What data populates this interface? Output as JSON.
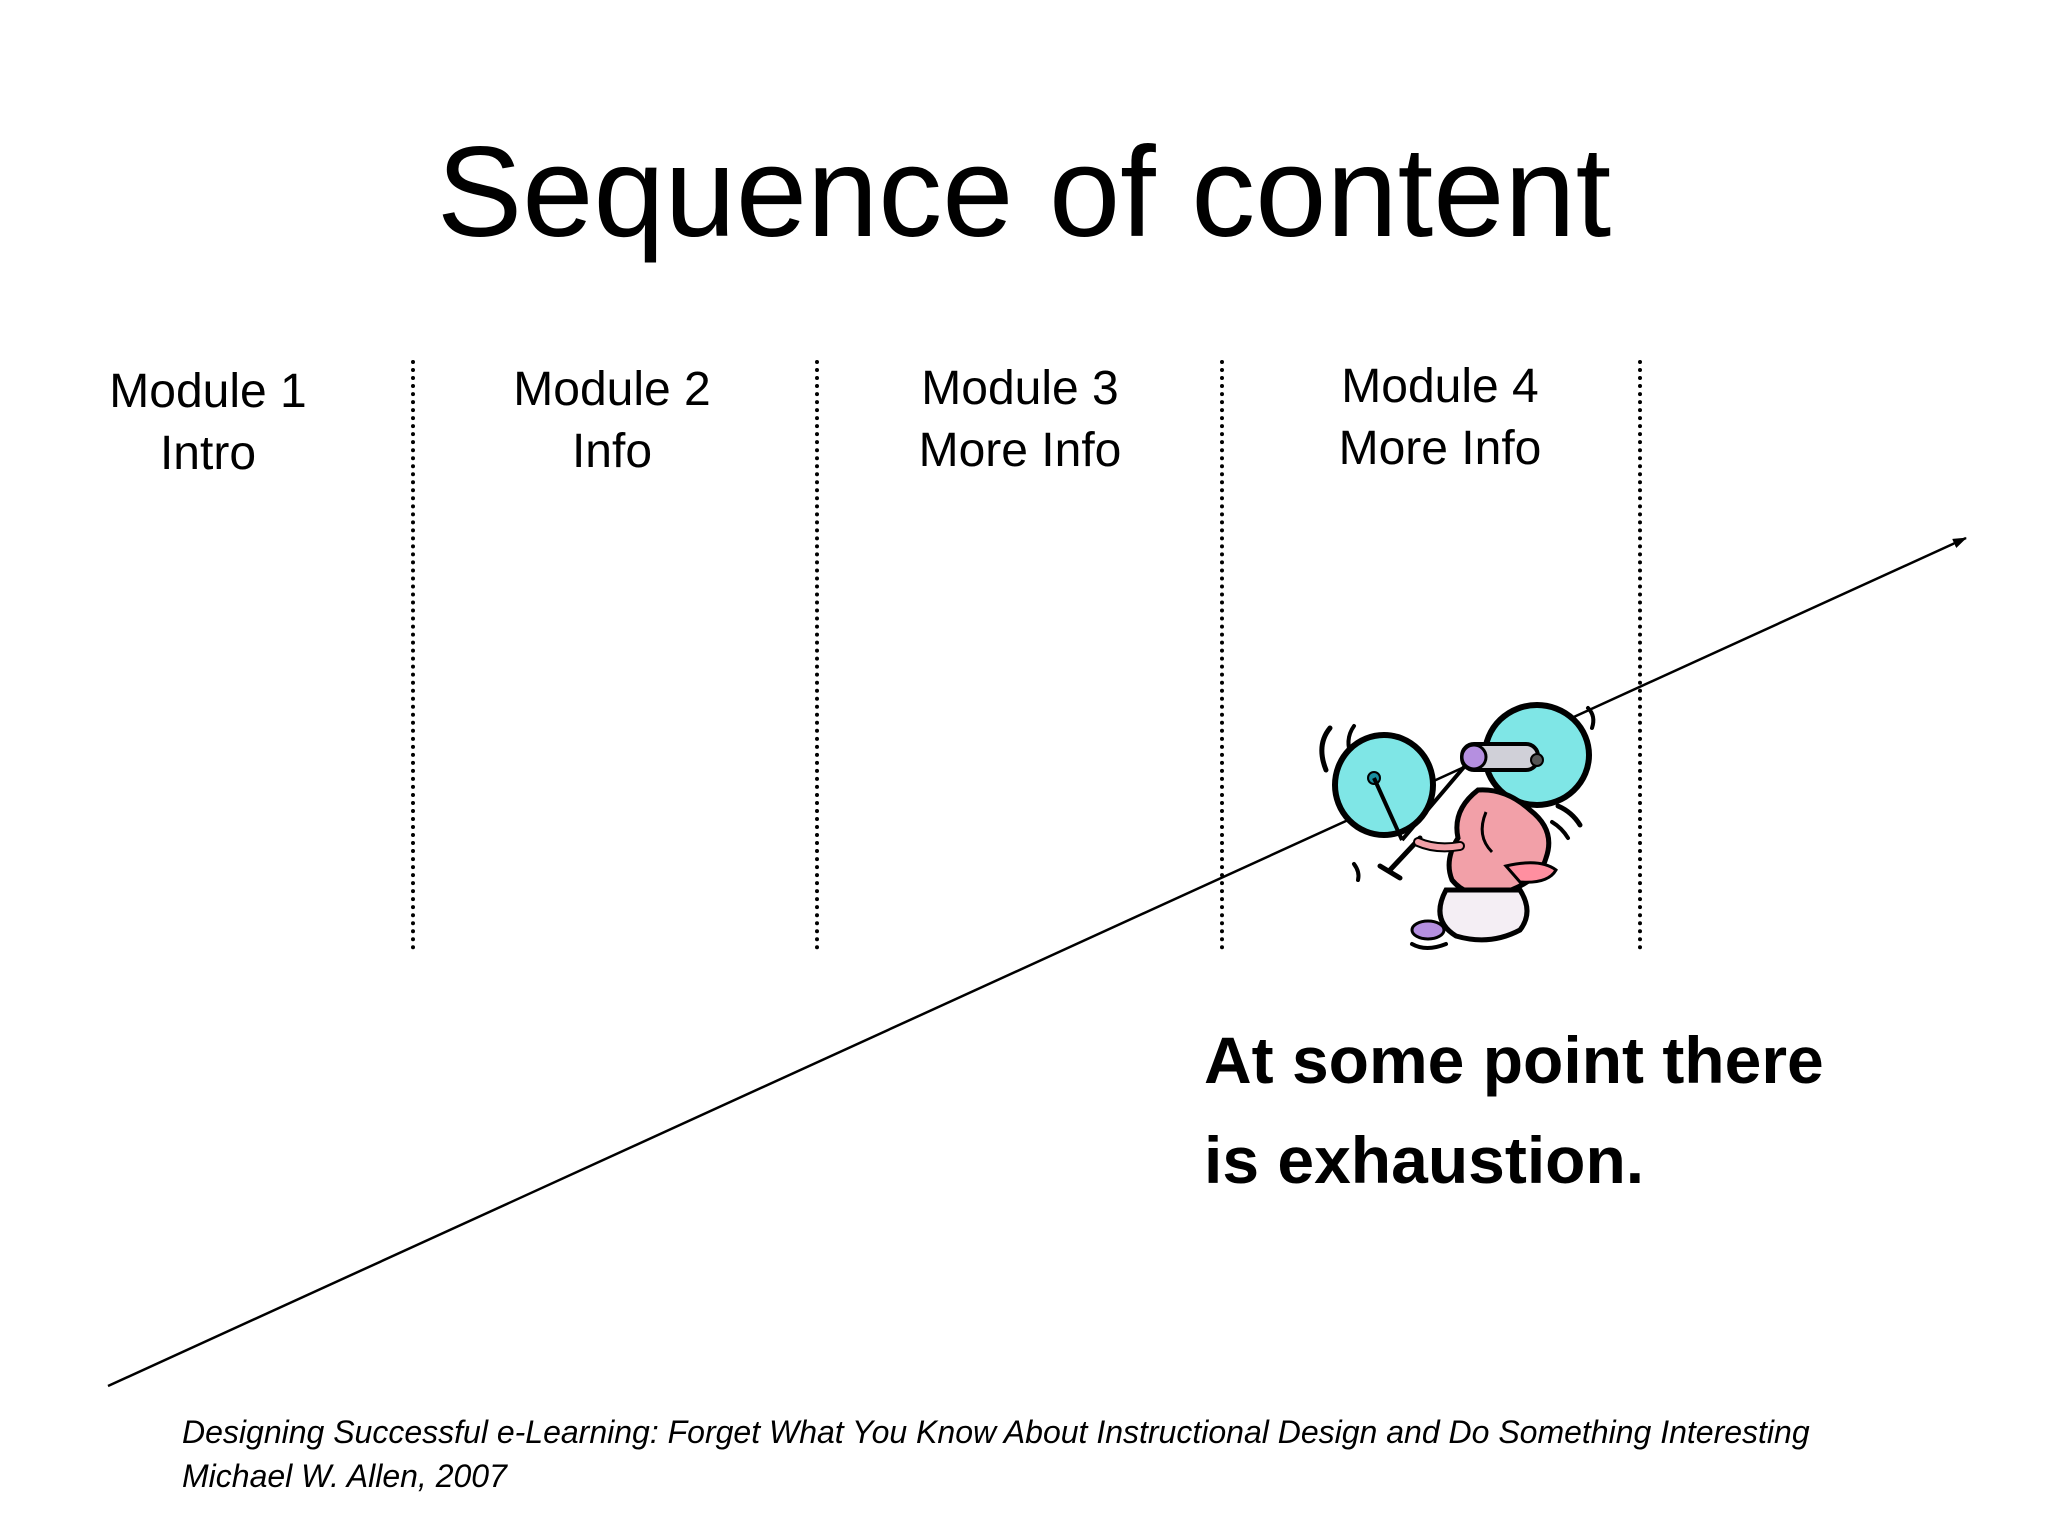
{
  "slide": {
    "title": "Sequence of content"
  },
  "modules": [
    {
      "name": "Module 1",
      "subtitle": "Intro"
    },
    {
      "name": "Module 2",
      "subtitle": "Info"
    },
    {
      "name": "Module 3",
      "subtitle": "More Info"
    },
    {
      "name": "Module 4",
      "subtitle": "More Info"
    }
  ],
  "callout": {
    "line1": "At some point there",
    "line2": "is exhaustion."
  },
  "citation": {
    "line1": "Designing Successful e-Learning: Forget What You Know About Instructional Design and Do Something Interesting",
    "line2": "Michael W. Allen, 2007"
  },
  "colors": {
    "wheel": "#7fe6e6",
    "rider_skin": "#f2a0a8",
    "frame": "#9a9aa8",
    "hub": "#b58fe0"
  },
  "icons": {
    "illustration": "cyclist-clipart-icon"
  }
}
